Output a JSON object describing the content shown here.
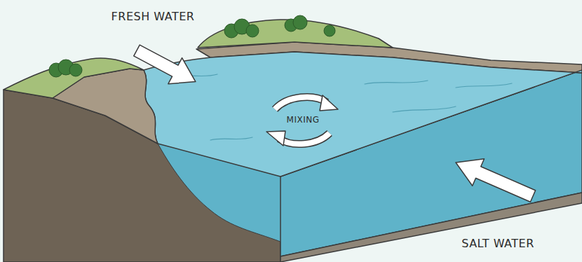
{
  "diagram": {
    "labels": [
      "FRESH WATER",
      "MIXING",
      "SALT WATER"
    ]
  }
}
